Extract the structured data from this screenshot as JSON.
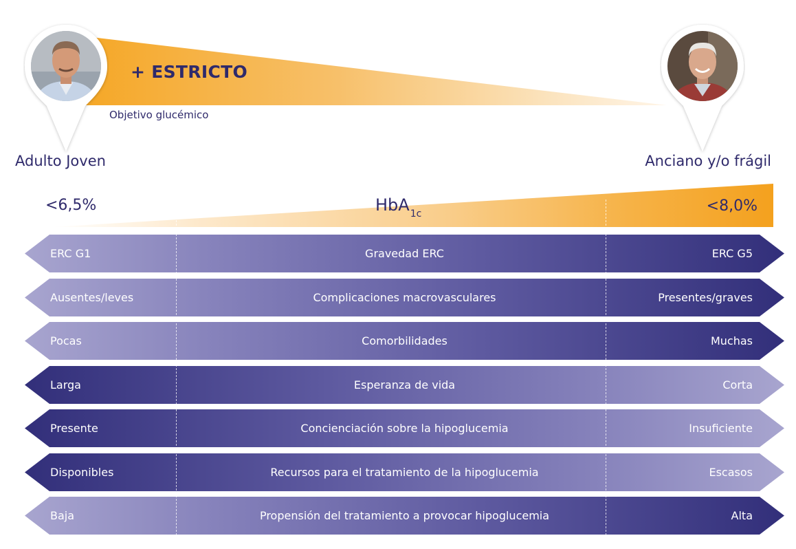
{
  "header": {
    "estricto": "+ ESTRICTO",
    "objetivo": "Objetivo glucémico"
  },
  "personas": {
    "left": "Adulto Joven",
    "right": "Anciano y/o frágil"
  },
  "hba1c": {
    "label": "HbA",
    "subscript": "1c",
    "left_value": "<6,5%",
    "right_value": "<8,0%"
  },
  "colors": {
    "navy": "#2f2a6b",
    "orange": "#f5a623",
    "light_purple": "#a8a5cf",
    "dark_purple": "#322f7a"
  },
  "rows": [
    {
      "left": "ERC G1",
      "center": "Gravedad ERC",
      "right": "ERC G5",
      "direction": "right"
    },
    {
      "left": "Ausentes/leves",
      "center": "Complicaciones macrovasculares",
      "right": "Presentes/graves",
      "direction": "right"
    },
    {
      "left": "Pocas",
      "center": "Comorbilidades",
      "right": "Muchas",
      "direction": "right"
    },
    {
      "left": "Larga",
      "center": "Esperanza de vida",
      "right": "Corta",
      "direction": "left"
    },
    {
      "left": "Presente",
      "center": "Concienciación sobre la hipoglucemia",
      "right": "Insuficiente",
      "direction": "left"
    },
    {
      "left": "Disponibles",
      "center": "Recursos para el tratamiento de la hipoglucemia",
      "right": "Escasos",
      "direction": "left"
    },
    {
      "left": "Baja",
      "center": "Propensión del tratamiento a provocar hipoglucemia",
      "right": "Alta",
      "direction": "right"
    }
  ]
}
